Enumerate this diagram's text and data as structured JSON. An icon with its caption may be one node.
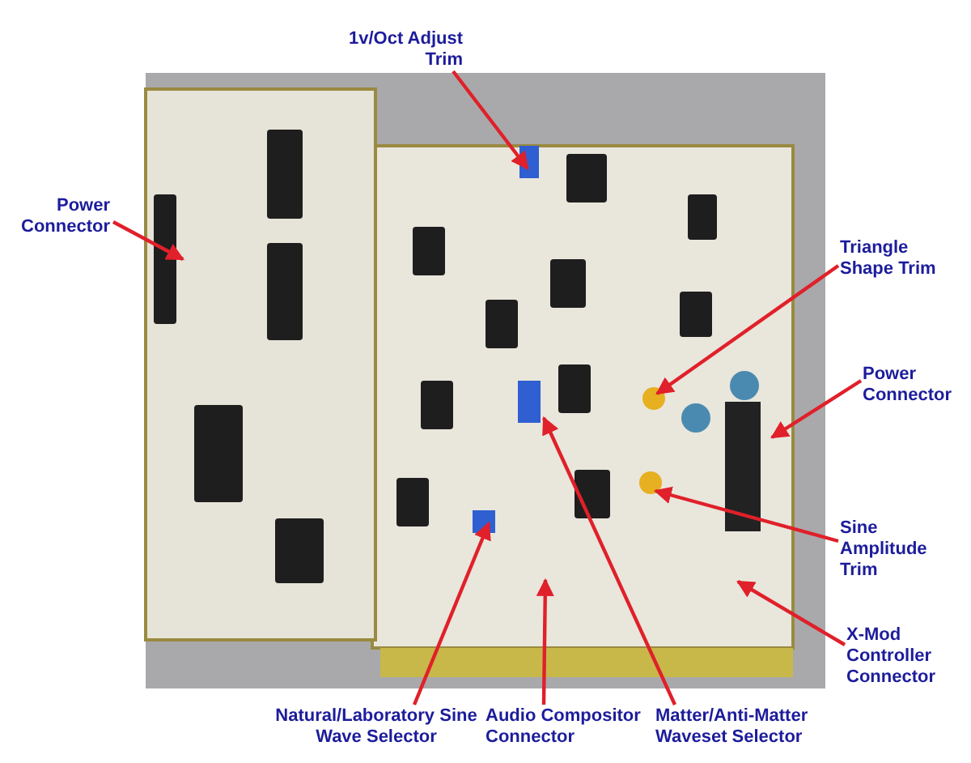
{
  "diagram": {
    "nodes": [
      {
        "text": [],
        "shape": "picture"
      },
      {
        "text": [
          "1v/Oct Adjust Trim"
        ]
      },
      {
        "text": [
          "Power Connector"
        ]
      },
      {
        "text": [
          "Triangle Shape Trim"
        ]
      },
      {
        "text": [
          "Power Connector"
        ]
      },
      {
        "text": [
          "Sine Amplitude Trim"
        ]
      },
      {
        "text": [
          "X-Mod Controller Connector"
        ]
      },
      {
        "text": [
          "Natural/Laboratory Sine Wave Selector"
        ]
      },
      {
        "text": [
          "Audio Compositor Connector"
        ]
      },
      {
        "text": [
          "Matter/Anti-Matter Waveset Selector"
        ]
      }
    ],
    "edges": [
      {
        "from": 1,
        "to": 0,
        "arrow": "to"
      },
      {
        "from": 2,
        "to": 0,
        "arrow": "to"
      },
      {
        "from": 3,
        "to": 0,
        "arrow": "to"
      },
      {
        "from": 4,
        "to": 0,
        "arrow": "to"
      },
      {
        "from": 5,
        "to": 0,
        "arrow": "to"
      },
      {
        "from": 6,
        "to": 0,
        "arrow": "to"
      },
      {
        "from": 7,
        "to": 0,
        "arrow": "to"
      },
      {
        "from": 8,
        "to": 0,
        "arrow": "to"
      },
      {
        "from": 9,
        "to": 0,
        "arrow": "to"
      }
    ]
  }
}
